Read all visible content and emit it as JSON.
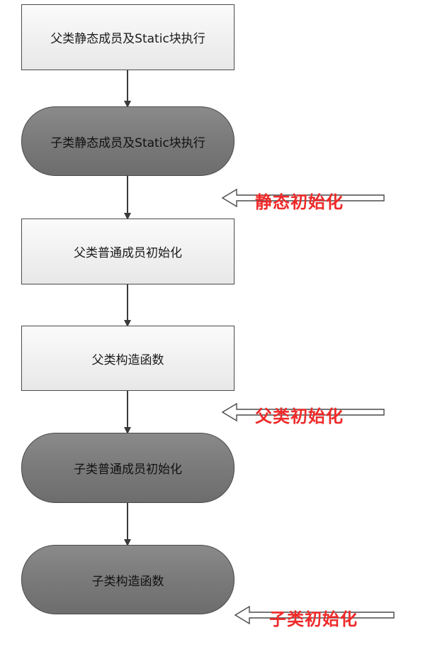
{
  "nodes": [
    {
      "id": "n1",
      "label": "父类静态成员及Static块执行",
      "shape": "rectangle"
    },
    {
      "id": "n2",
      "label": "子类静态成员及Static块执行",
      "shape": "rounded"
    },
    {
      "id": "n3",
      "label": "父类普通成员初始化",
      "shape": "rectangle"
    },
    {
      "id": "n4",
      "label": "父类构造函数",
      "shape": "rectangle"
    },
    {
      "id": "n5",
      "label": "子类普通成员初始化",
      "shape": "rounded"
    },
    {
      "id": "n6",
      "label": "子类构造函数",
      "shape": "rounded"
    }
  ],
  "annotations": [
    {
      "label": "静态初始化",
      "color": "#ef2a2a"
    },
    {
      "label": "父类初始化",
      "color": "#ef2a2a"
    },
    {
      "label": "子类初始化",
      "color": "#ef2a2a"
    }
  ],
  "colors": {
    "rect_fill": "#f0f0f0",
    "rounded_fill": "#7a7a7a",
    "border": "#4a4a4a",
    "arrow": "#3a3a3a",
    "annotation_text": "#ef2a2a"
  }
}
